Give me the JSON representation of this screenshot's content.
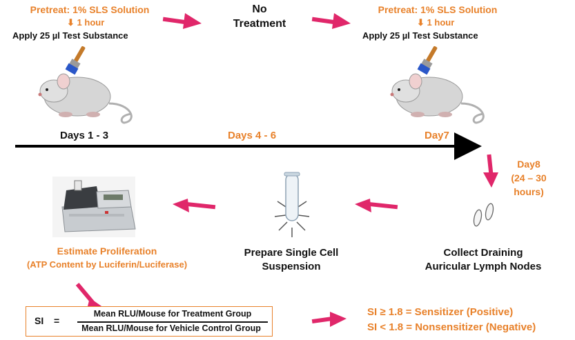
{
  "step1": {
    "pretreat": "Pretreat: 1% SLS Solution",
    "interval": "1 hour",
    "apply": "Apply 25 µl Test Substance",
    "days": "Days 1 - 3"
  },
  "step2": {
    "line1": "No",
    "line2": "Treatment",
    "days": "Days 4 - 6"
  },
  "step3": {
    "pretreat": "Pretreat: 1% SLS Solution",
    "interval": "1 hour",
    "apply": "Apply 25 µl Test Substance",
    "days": "Day7"
  },
  "day8": {
    "line1": "Day8",
    "line2": "(24 – 30",
    "line3": "hours)"
  },
  "collect": {
    "line1": "Collect Draining",
    "line2": "Auricular Lymph Nodes"
  },
  "prepare": {
    "line1": "Prepare Single Cell",
    "line2": "Suspension"
  },
  "estimate": {
    "line1": "Estimate Proliferation",
    "line2": "(ATP Content by Luciferin/Luciferase)"
  },
  "formula": {
    "lhs": "SI",
    "eq": "=",
    "numerator": "Mean RLU/Mouse for Treatment Group",
    "denominator": "Mean RLU/Mouse for Vehicle Control Group"
  },
  "result": {
    "positive": "SI ≥ 1.8 = Sensitizer (Positive)",
    "negative": "SI < 1.8 = Nonsensitizer (Negative)"
  },
  "colors": {
    "accent": "#e8812a",
    "arrow": "#e0276a",
    "text": "#111111"
  },
  "icons": [
    "down-arrow-icon",
    "brush-icon",
    "mouse-icon",
    "test-tube-icon",
    "lymph-node-icon",
    "luminometer-icon"
  ]
}
